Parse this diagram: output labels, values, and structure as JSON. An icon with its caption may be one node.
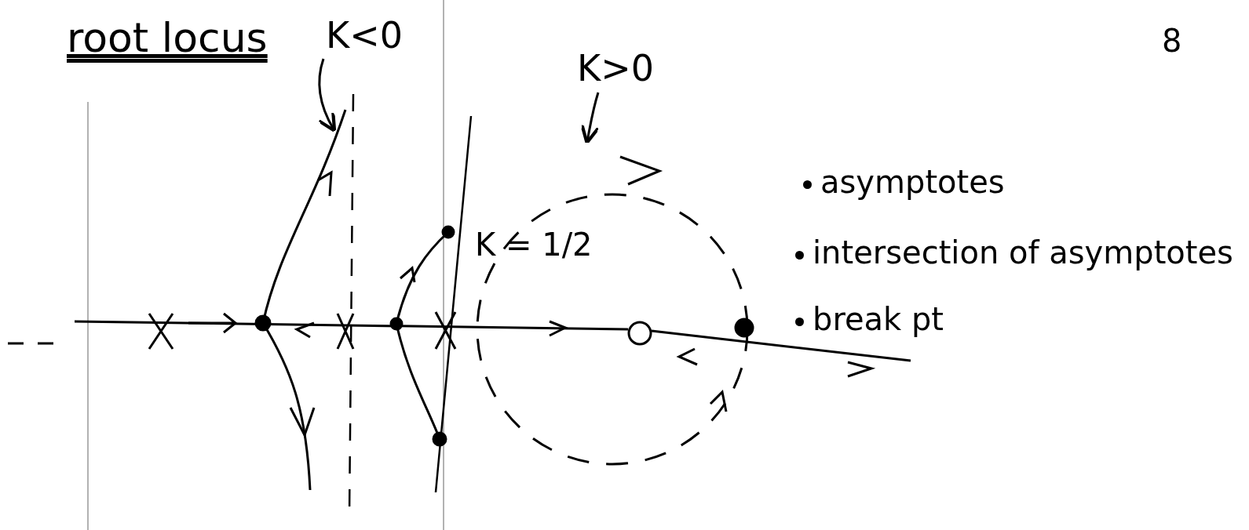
{
  "diagram": {
    "title": "root locus",
    "nodes": [
      {
        "text": [
          "K<0"
        ]
      },
      {
        "text": [
          "K>0"
        ]
      }
    ],
    "edges": [
      {
        "from": 0,
        "to": null,
        "arrow": "to"
      },
      {
        "from": 1,
        "to": null,
        "arrow": "to"
      }
    ],
    "labels": [
      "K = 1/2",
      "asymptotes",
      "intersection of asymptotes",
      "break pt",
      "8"
    ]
  }
}
